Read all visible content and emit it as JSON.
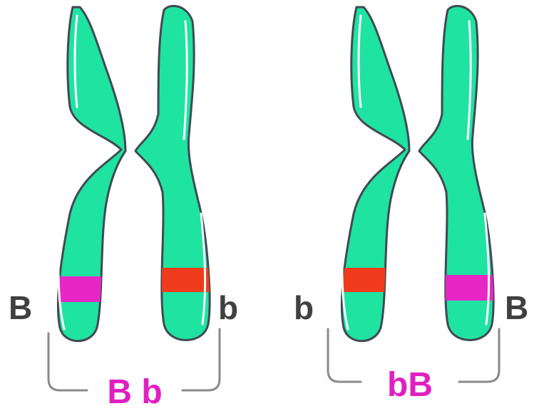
{
  "pairs": [
    {
      "left_allele": "B",
      "right_allele": "b",
      "genotype": "B b"
    },
    {
      "left_allele": "b",
      "right_allele": "B",
      "genotype": "bB"
    }
  ],
  "colors": {
    "chromosome_fill": "#1fe3a0",
    "chromosome_outline": "#3f4a52",
    "highlight": "#ffffff",
    "dominant_band": "#e826c6",
    "recessive_band": "#f03a1c",
    "allele_text": "#404040",
    "genotype_text": "#e020c0",
    "bracket": "#8a8a8a"
  }
}
